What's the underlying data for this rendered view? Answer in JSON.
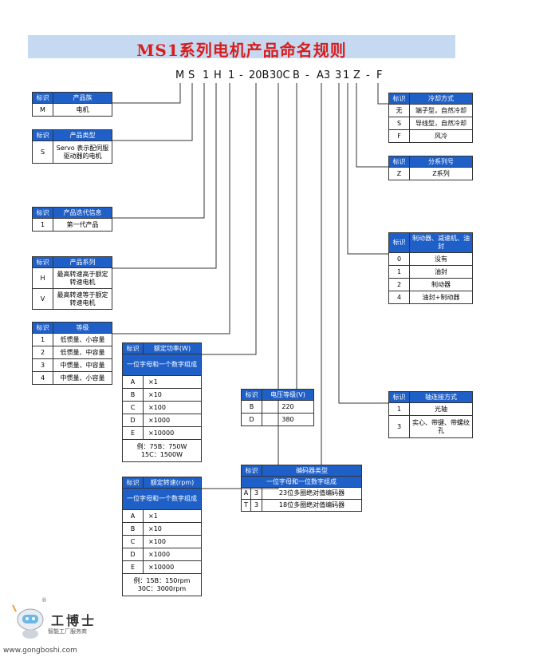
{
  "title": "MS1系列电机产品命名规则",
  "code_chars": [
    "M",
    "S",
    "1",
    "H",
    "1",
    "-",
    "20B",
    "30C",
    "B",
    "-",
    "A3",
    "3",
    "1",
    "Z",
    "-",
    "F"
  ],
  "tables": {
    "family": {
      "header": [
        "标识",
        "产品族"
      ],
      "rows": [
        [
          "M",
          "电机"
        ]
      ]
    },
    "type": {
      "header": [
        "标识",
        "产品类型"
      ],
      "rows": [
        [
          "S",
          "Servo 表示配伺服驱动器的电机"
        ]
      ]
    },
    "gen": {
      "header": [
        "标识",
        "产品迭代信息"
      ],
      "rows": [
        [
          "1",
          "第一代产品"
        ]
      ]
    },
    "series": {
      "header": [
        "标识",
        "产品系列"
      ],
      "rows": [
        [
          "H",
          "最高转速高于额定转速电机"
        ],
        [
          "V",
          "最高转速等于额定转速电机"
        ]
      ]
    },
    "grade": {
      "header": [
        "标识",
        "等级"
      ],
      "rows": [
        [
          "1",
          "低惯量、小容量"
        ],
        [
          "2",
          "低惯量、中容量"
        ],
        [
          "3",
          "中惯量、中容量"
        ],
        [
          "4",
          "中惯量、小容量"
        ]
      ]
    },
    "power": {
      "header": [
        "标识",
        "额定功率(W)"
      ],
      "sub": "一位字母和一个数字组成",
      "rows": [
        [
          "A",
          "×1"
        ],
        [
          "B",
          "×10"
        ],
        [
          "C",
          "×100"
        ],
        [
          "D",
          "×1000"
        ],
        [
          "E",
          "×10000"
        ]
      ],
      "note1": "例：75B：750W",
      "note2": "15C：1500W"
    },
    "speed": {
      "header": [
        "标识",
        "额定转速(rpm)"
      ],
      "sub": "一位字母和一个数字组成",
      "rows": [
        [
          "A",
          "×1"
        ],
        [
          "B",
          "×10"
        ],
        [
          "C",
          "×100"
        ],
        [
          "D",
          "×1000"
        ],
        [
          "E",
          "×10000"
        ]
      ],
      "note1": "例：15B：150rpm",
      "note2": "30C：3000rpm"
    },
    "voltage": {
      "header": [
        "标识",
        "电压等级(V)"
      ],
      "rows": [
        [
          "B",
          "220"
        ],
        [
          "D",
          "380"
        ]
      ]
    },
    "encoder": {
      "header": [
        "标识",
        "编码器类型"
      ],
      "sub": "一位字母和一位数字组成",
      "rows": [
        [
          "A",
          "3",
          "23位多圈绝对值编码器"
        ],
        [
          "T",
          "3",
          "18位多圈绝对值编码器"
        ]
      ]
    },
    "shaft": {
      "header": [
        "标识",
        "轴连接方式"
      ],
      "rows": [
        [
          "1",
          "光轴"
        ],
        [
          "3",
          "实心、带键、带螺纹孔"
        ]
      ]
    },
    "brake": {
      "header": [
        "标识",
        "制动器、减速机、油封"
      ],
      "rows": [
        [
          "0",
          "没有"
        ],
        [
          "1",
          "油封"
        ],
        [
          "2",
          "制动器"
        ],
        [
          "4",
          "油封+制动器"
        ]
      ]
    },
    "subseries": {
      "header": [
        "标识",
        "分系列号"
      ],
      "rows": [
        [
          "Z",
          "Z系列"
        ]
      ]
    },
    "cooling": {
      "header": [
        "标识",
        "冷却方式"
      ],
      "rows": [
        [
          "无",
          "端子型，自然冷却"
        ],
        [
          "S",
          "导线型，自然冷却"
        ],
        [
          "F",
          "风冷"
        ]
      ]
    }
  },
  "logo": {
    "name": "工博士",
    "tagline": "智能工厂服务商",
    "url": "www.gongboshi.com",
    "mark": "®"
  },
  "colors": {
    "header_bg": "#1f5fc8",
    "banner_bg": "#c5d9f1",
    "title": "#d81d1d"
  }
}
